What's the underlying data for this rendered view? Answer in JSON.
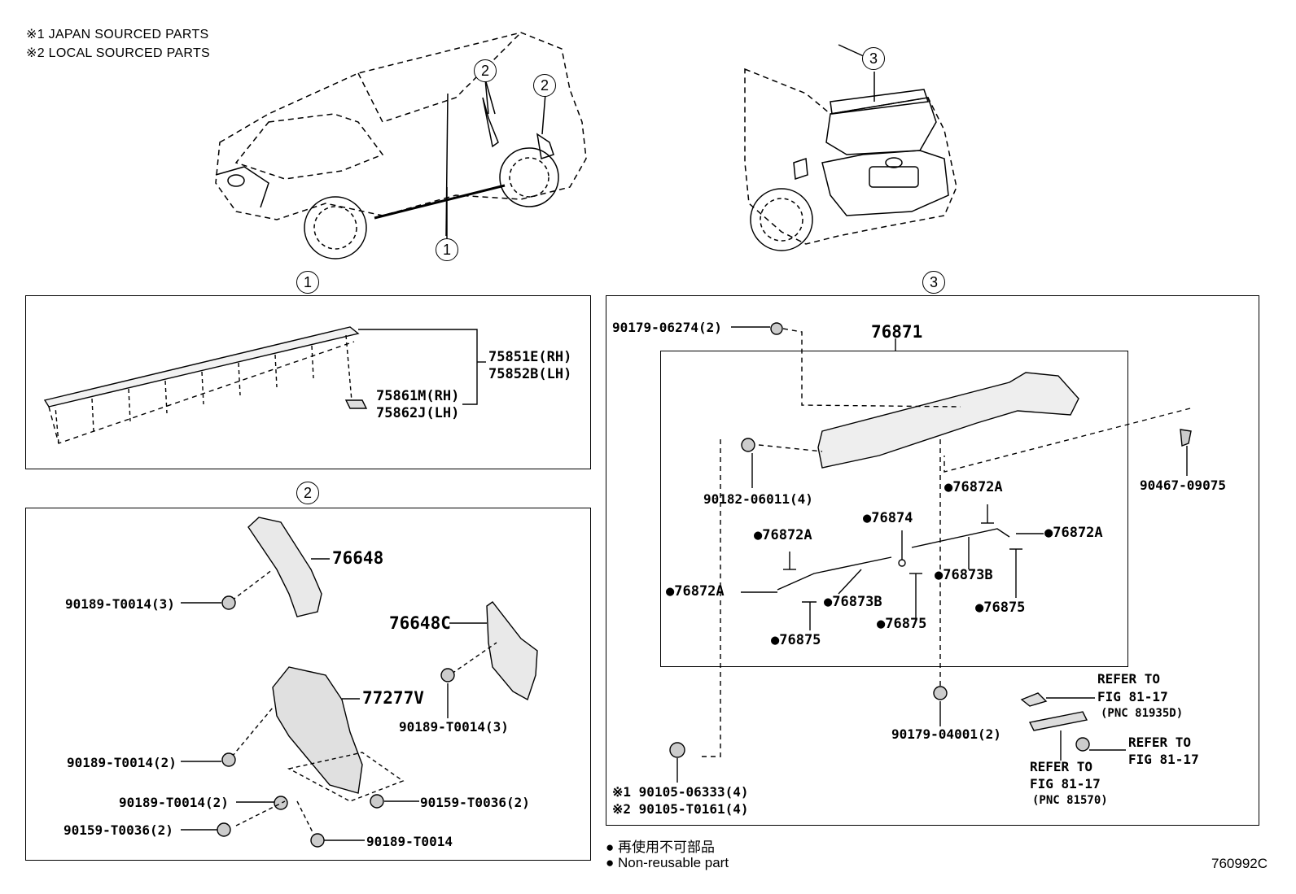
{
  "notes": {
    "note1": "※1 JAPAN SOURCED PARTS",
    "note2": "※2 LOCAL SOURCED PARTS"
  },
  "callouts": {
    "c1": "1",
    "c2": "2",
    "c3": "3"
  },
  "section1": {
    "parts": {
      "moulding_rh": "75851E(RH)",
      "moulding_lh": "75852B(LH)",
      "clip_rh": "75861M(RH)",
      "clip_lh": "75862J(LH)"
    }
  },
  "section2": {
    "parts": {
      "p76648": "76648",
      "p76648c": "76648C",
      "p77277v": "77277V",
      "screw_a": "90189-T0014(3)",
      "screw_b": "90189-T0014(3)",
      "screw_c": "90189-T0014(2)",
      "screw_d": "90189-T0014(2)",
      "screw_e": "90159-T0036(2)",
      "screw_f": "90159-T0036(2)",
      "screw_g": "90189-T0014"
    }
  },
  "section3": {
    "parts": {
      "spoiler": "76871",
      "nut_top": "90179-06274(2)",
      "nut_left": "90182-06011(4)",
      "clip_right": "90467-09075",
      "nut_bottom": "90179-04001(2)",
      "bolt_1": "※1 90105-06333(4)",
      "bolt_2": "※2 90105-T0161(4)",
      "p76872a_1": "●76872A",
      "p76872a_2": "●76872A",
      "p76872a_3": "●76872A",
      "p76872a_4": "●76872A",
      "p76874": "●76874",
      "p76873b_1": "●76873B",
      "p76873b_2": "●76873B",
      "p76875_1": "●76875",
      "p76875_2": "●76875",
      "p76875_3": "●76875"
    },
    "refer": {
      "r1_a": "REFER TO",
      "r1_b": "FIG 81-17",
      "r1_c": "(PNC 81935D)",
      "r2_a": "REFER TO",
      "r2_b": "FIG 81-17",
      "r3_a": "REFER TO",
      "r3_b": "FIG 81-17",
      "r3_c": "(PNC 81570)"
    }
  },
  "legend": {
    "line1": "● 再使用不可部品",
    "line2": "● Non-reusable part"
  },
  "figure_code": "760992C"
}
